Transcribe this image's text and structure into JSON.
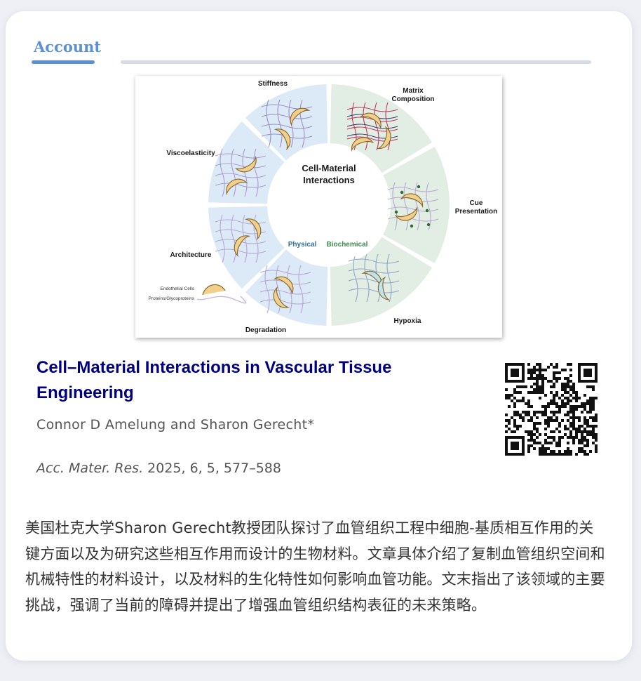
{
  "header": {
    "tab_label": "Account"
  },
  "figure": {
    "center_title_line1": "Cell-Material",
    "center_title_line2": "Interactions",
    "center_left_label": "Physical",
    "center_right_label": "Biochemical",
    "segments": {
      "stiffness": "Stiffness",
      "matrix_line1": "Matrix",
      "matrix_line2": "Composition",
      "cue_line1": "Cue",
      "cue_line2": "Presentation",
      "hypoxia": "Hypoxia",
      "degradation": "Degradation",
      "architecture": "Architecture",
      "viscoelasticity": "Viscoelasticity"
    },
    "legend": {
      "cells": "Endothelial Cells",
      "proteins": "Proteins/Glycoproteins"
    },
    "colors": {
      "physical": "#dce9f6",
      "biochemical": "#e2ede4",
      "physical_text": "#2e6fa8",
      "biochemical_text": "#3f8a4a",
      "cell": "#f1d08e"
    }
  },
  "article": {
    "title": "Cell–Material Interactions in Vascular Tissue Engineering",
    "authors": "Connor D Amelung and Sharon Gerecht*",
    "journal": "Acc. Mater. Res.",
    "citation_rest": " 2025, 6, 5, 577–588",
    "summary": "美国杜克大学Sharon Gerecht教授团队探讨了血管组织工程中细胞-基质相互作用的关键方面以及为研究这些相互作用而设计的生物材料。文章具体介绍了复制血管组织空间和机械特性的材料设计，以及材料的生化特性如何影响血管功能。文末指出了该领域的主要挑战，强调了当前的障碍并提出了增强血管组织结构表征的未来策略。"
  },
  "colors": {
    "accent": "#5b8fd6",
    "title": "#000080",
    "text": "#333333"
  }
}
